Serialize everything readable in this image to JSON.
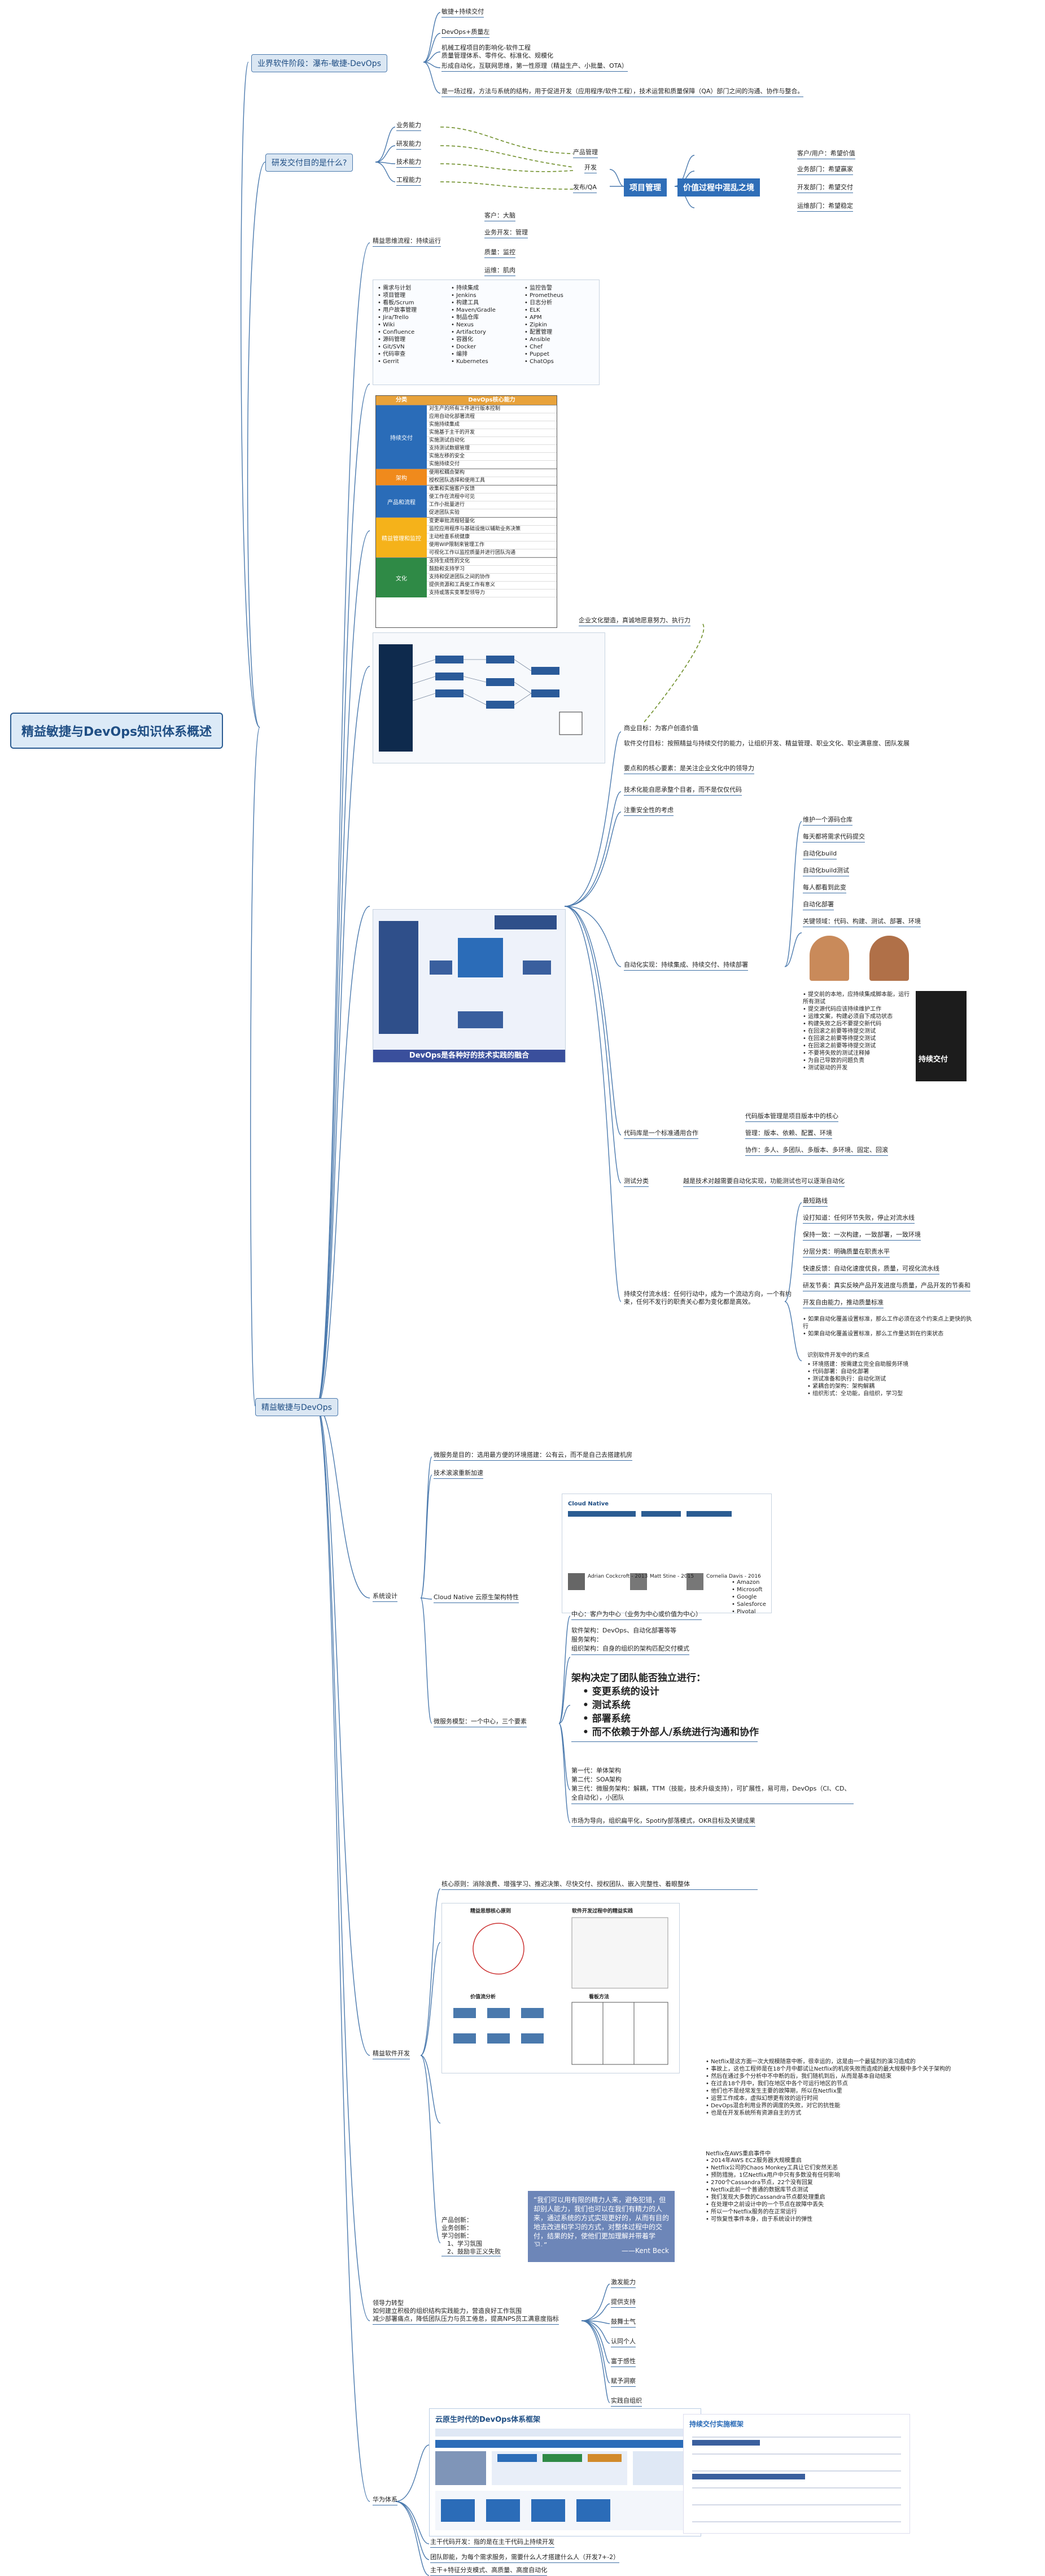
{
  "root": "精益敏捷与DevOps知识体系概述",
  "branch1": {
    "title": "业界软件阶段：瀑布-敏捷-DevOps",
    "items": [
      "敏捷+持续交付",
      "DevOps+质量左",
      "机械工程项目的影响化-软件工程",
      "质量管理体系、零件化、标准化、规模化",
      "形成自动化，互联网思维，第一性原理（精益生产、小批量、OTA）",
      "是一场过程，方法与系统的结构，用于促进开发（应用程序/软件工程），技术运营和质量保障（QA）部门之间的沟通、协作与整合。"
    ]
  },
  "branch2": {
    "title": "研发交付目的是什么?",
    "items": [
      "业务能力",
      "研发能力",
      "技术能力",
      "工程能力"
    ],
    "middle": [
      "产品管理",
      "开发",
      "发布/QA"
    ],
    "box1": "项目管理",
    "box2": "价值过程中混乱之境",
    "roles": [
      "客户/用户：希望价值",
      "业务部门：希望赢家",
      "开发部门：希望交付",
      "运维部门：希望稳定"
    ]
  },
  "branch3": {
    "title": "精益敏捷与DevOps",
    "s1": {
      "label": "精益思维流程：持续运行",
      "items": [
        "客户：大脑",
        "业务开发：管理",
        "质量：监控",
        "运维：肌肉"
      ]
    },
    "culture": "企业文化塑造，真诚地愿意努力、执行力",
    "goal": {
      "items": [
        "商业目标：为客户创造价值",
        "软件交付目标：按照精益与持续交付的能力，让组织开发、精益管理、职业文化、职业满意度、团队发展",
        "要点和的核心要素：是关注企业文化中的领导力"
      ]
    },
    "tech": {
      "label": "技术化能自愿承整个目者，而不是仅仅代码",
      "sec": "注重安全性的考虑",
      "auto_label": "自动化实现：持续集成、持续交付、持续部署",
      "auto_items": [
        "维护一个源码仓库",
        "每天都将需求代码提交",
        "自动化build",
        "自动化build测试",
        "每人都看到此变",
        "自动化部署",
        "关键领域：代码、构建、测试、部署、环境"
      ],
      "book_notes": [
        "提交前的本地，应持续集成脚本能，运行所有测试",
        "提交源代码应该持续维护工作",
        "运维文案，构建必须自下成功状态",
        "构建失败之后不要提交新代码",
        "在回滚之前要等待提交测试",
        "在回滚之前要等待提交测试",
        "在回滚之前要等待提交测试",
        "不要将失败的测试注释掉",
        "为自己导致的问题负责",
        "测试驱动的开发"
      ],
      "book_title": "持续交付",
      "code_label": "代码库是一个标准通用合作",
      "code_items": [
        "代码版本管理是项目版本中的核心",
        "管理：版本、依赖、配置、环境",
        "协作：多人、多团队、多版本、多环境、固定、回滚"
      ],
      "test_label": "测试分类",
      "test_note": "越是技术对越需要自动化实现，功能测试也可以逐渐自动化",
      "flow_label": "持续交付流水线：任何行动中，成为一个流动方向，一个有约束，任何不发行的职责关心都为变化都是高效。",
      "flow_items": [
        "最短路线",
        "设打知道：任何环节失败，停止对流水线",
        "保持一致：一次构建，一致部署，一致环境",
        "分层分类：明确质量在职责水平",
        "快速反馈：自动化速度优良，质量，可视化流水线",
        "研发节奏：真实反映产品开发进度与质量，产品开发的节奏和",
        "开发自由能力，推动质量标准",
        "如果自动化覆盖设置标准，那么工作必须在这个约束点上更快的执行",
        "如果自动化覆盖设置标准，那么工作量达到在约束状态"
      ],
      "obstacles_title": "识别软件开发中的约束点",
      "obstacles": [
        "环境搭建：按需建立完全自助服务环境",
        "代码部署：自动化部署",
        "测试准备和执行：自动化测试",
        "紧耦合的架构：架构解耦",
        "组织形式：全功能，自组织，学习型"
      ]
    },
    "sysdesign": {
      "label": "系统设计",
      "micro": "微服务是目的：选用最方便的环境搭建：公有云，而不是自己去搭建机房",
      "tech_debt": "技术滚滚重新加速",
      "cloud_native": "Cloud Native 云原生架构特性",
      "center_label": "微服务模型：一个中心，三个要素",
      "center": "中心：客户为中心（业务为中心或价值为中心）",
      "three": [
        "软件架构：DevOps、自动化部署等等",
        "服务架构：",
        "组织架构：自身的组织的架构匹配交付模式"
      ],
      "conway_title": "架构决定了团队能否独立进行：",
      "conway": [
        "变更系统的设计",
        "测试系统",
        "部署系统",
        "而不依赖于外部人/系统进行沟通和协作"
      ],
      "gens": [
        "第一代：单体架构",
        "第二代：SOA架构",
        "第三代：微服务架构：解耦，TTM（技能，技术升级支持），可扩展性，易可用，DevOps（CI、CD、全自动化），小团队"
      ],
      "team": "市场为导向，组织扁平化，Spotify部落模式，OKR目标及关键成果",
      "cloud_header": "Cloud Native",
      "cloud_people": [
        "Adrian Cockcroft - 2013",
        "Matt Stine - 2015",
        "Cornelia Davis - 2016"
      ],
      "cloud_orgs": [
        "Amazon",
        "Microsoft",
        "Google",
        "Salesforce",
        "Pivotal"
      ]
    },
    "lean": {
      "label": "精益软件开发",
      "principles": "核心原则：消除浪费、增强学习、推迟决策、尽快交付、授权团队、嵌入完整性、着眼整体",
      "diagram_titles": [
        "精益思想核心原则",
        "软件开发过程中的精益实践",
        "价值流分析",
        "看板方法"
      ],
      "netflix_list": [
        "Netflix是这方面一次大规模随意中断，很幸运的，这是由一个最猛烈的演习造成的",
        "事故上，这也工程师是在18个月中都试让Netflix的机房失败而造成的最大规模中多个关于架构的",
        "然后在通过多个分析中不中断的后，我们随机到后，从而是基本自动结束",
        "在过去18个月中，我们在地区中各个可运行地区的节点",
        "他们也不是经常发生主要的故障期，所以在Netflix里",
        "运营工作成本，虚拟幻想更有效的运行时间",
        "DevOps混合利用业界的调度的失败，对它的抗性能",
        "也是在开发系统所有资源自主的方式"
      ],
      "netflix_event_title": "Netflix在AWS重启事件中",
      "netflix_event": [
        "2014年AWS EC2服务器大规模重启",
        "Netflix公司的Chaos Monkey工具让它们安然无恙",
        "预防措施，1亿Netflix用户中只有多数没有任何影响",
        "2700个Cassandra节点，22个没有回复",
        "Netflix此前一个普通的数据库节点测试",
        "我们发现大多数的Cassandra节点都处理重启",
        "在处理中之前设计中的一个节点在故障中丢失",
        "所以一个Netflix服务的在正常运行",
        "可恢复性事件本身，由于系统设计的弹性"
      ],
      "product": [
        "产品创新：",
        "业务创新：",
        "学习创新：",
        "1、学习氛围",
        "2、鼓励非正义失败"
      ],
      "quote": "“我们可以用有限的精力人来，避免犯错，但却别人能力，我们也可以在我们有精力的人来，通过系统的方式实现更好的，从而有目的地去改进和学习的方式，对整体过程中的交付，结果的好，使他们更加理解并带着学习。”",
      "quote_author": "——Kent Beck"
    },
    "leadership": {
      "label": "领导力转型\n如何建立积极的组织结构实践能力，营造良好工作氛围\n减少部署痛点，降低团队压力与员工倦怠，提高NPS员工满意度指标",
      "items": [
        "激发能力",
        "提供支持",
        "鼓舞士气",
        "认同个人",
        "富于感性",
        "赋予洞察",
        "实践自组织"
      ]
    },
    "huawei": {
      "label": "华为体系",
      "title1": "云原生时代的DevOps体系框架",
      "title2": "持续交付实施框架",
      "items": [
        "主干代码开发：指的是在主干代码上持续开发",
        "团队即能，为每个需求服务，需要什么人才搭建什么人（开发7+-2）",
        "主干+特征分支模式、高质量、高度自动化"
      ]
    },
    "table": {
      "header": [
        "分类",
        "DevOps核心能力"
      ],
      "groups": [
        {
          "name": "持续交付",
          "rows": [
            "对生产的所有工件进行版本控制",
            "应用自动化部署流程",
            "实施持续集成",
            "实施基于主干的开发",
            "实施测试自动化",
            "支持测试数据管理",
            "实施左移的安全",
            "实施持续交付"
          ]
        },
        {
          "name": "架构",
          "rows": [
            "使用松耦合架构",
            "授权团队选择和使用工具"
          ]
        },
        {
          "name": "产品和流程",
          "rows": [
            "收集和实施客户反馈",
            "使工作在流程中可见",
            "工作小批量进行",
            "促进团队实验"
          ]
        },
        {
          "name": "精益管理和监控",
          "rows": [
            "变更审批流程轻量化",
            "监控应用程序与基础设施以辅助业务决策",
            "主动检查系统健康",
            "使用WIP限制来管理工作",
            "可视化工作以监控质量并进行团队沟通"
          ]
        },
        {
          "name": "文化",
          "rows": [
            "支持生成性的文化",
            "鼓励和支持学习",
            "支持和促进团队之间的协作",
            "提供资源和工具使工作有意义",
            "支持或落实变革型领导力"
          ]
        }
      ]
    },
    "devops_flow_title": "DevOps是各种好的技术实践的融合",
    "tool_columns": [
      [
        "需求与计划",
        "项目管理",
        "看板/Scrum",
        "用户故事管理",
        "Jira/Trello",
        "Wiki",
        "Confluence",
        "源码管理",
        "Git/SVN",
        "代码审查",
        "Gerrit"
      ],
      [
        "持续集成",
        "Jenkins",
        "构建工具",
        "Maven/Gradle",
        "制品仓库",
        "Nexus",
        "Artifactory",
        "容器化",
        "Docker",
        "编排",
        "Kubernetes"
      ],
      [
        "监控告警",
        "Prometheus",
        "日志分析",
        "ELK",
        "APM",
        "Zipkin",
        "配置管理",
        "Ansible",
        "Chef",
        "Puppet",
        "ChatOps"
      ]
    ]
  }
}
